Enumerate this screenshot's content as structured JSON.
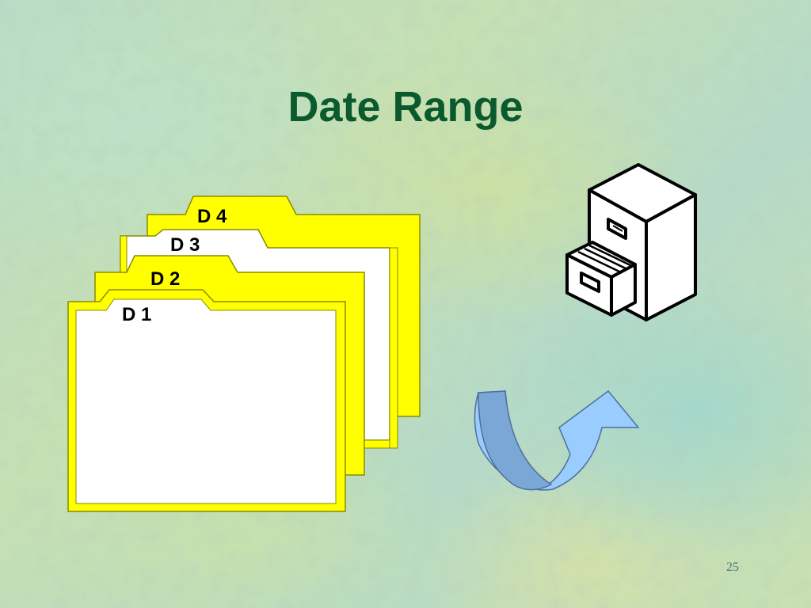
{
  "slide": {
    "title": "Date Range",
    "page_number": "25"
  },
  "folders": [
    {
      "label": "D 4",
      "fill": "#ffff00",
      "inner": "#ffffff"
    },
    {
      "label": "D 3",
      "fill": "#ffffff",
      "inner": "#ffffff"
    },
    {
      "label": "D 2",
      "fill": "#ffff00",
      "inner": "#ffffff"
    },
    {
      "label": "D 1",
      "fill": "#ffff00",
      "inner": "#ffffff"
    }
  ],
  "icons": {
    "cabinet": "filing-cabinet-icon",
    "arrow": "curved-arrow-icon"
  },
  "colors": {
    "title": "#0a5a2e",
    "folder_yellow": "#ffff00",
    "arrow_dark": "#7aa7d6",
    "arrow_light": "#99ccff"
  }
}
